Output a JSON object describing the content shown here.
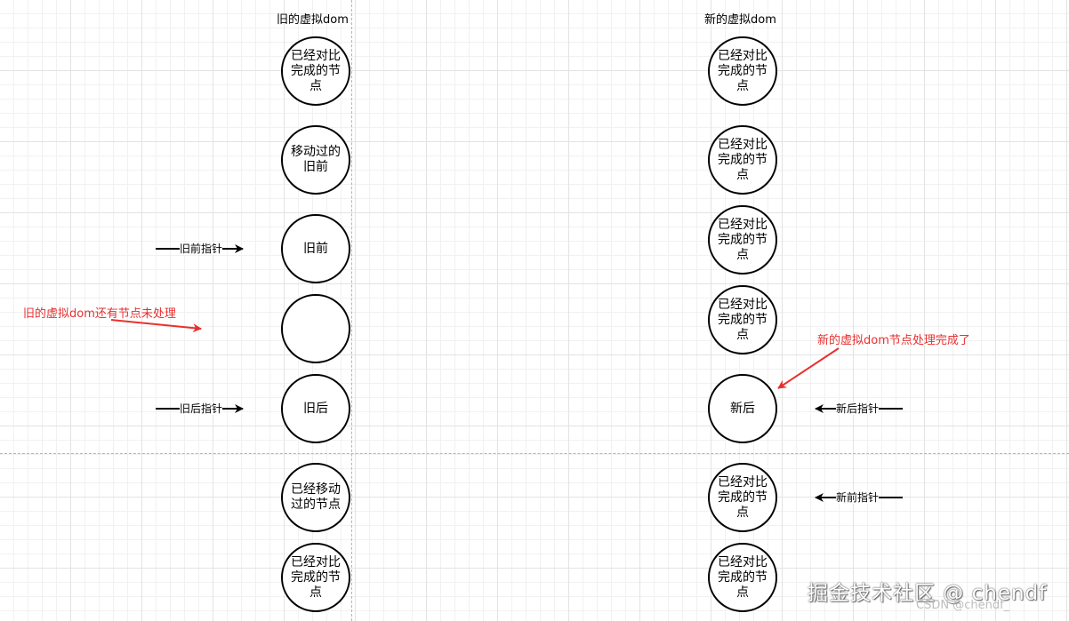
{
  "old_column": {
    "title": "旧的虚拟dom",
    "nodes": [
      "已经对比完成的节点",
      "移动过的旧前",
      "旧前",
      "",
      "旧后",
      "已经移动过的节点",
      "已经对比完成的节点"
    ]
  },
  "new_column": {
    "title": "新的虚拟dom",
    "nodes": [
      "已经对比完成的节点",
      "已经对比完成的节点",
      "已经对比完成的节点",
      "已经对比完成的节点",
      "新后",
      "已经对比完成的节点",
      "已经对比完成的节点"
    ]
  },
  "pointers": {
    "old_front": "旧前指针",
    "old_back": "旧后指针",
    "new_back": "新后指针",
    "new_front": "新前指针"
  },
  "annotations": {
    "old_remaining": "旧的虚拟dom还有节点未处理",
    "new_done": "新的虚拟dom节点处理完成了"
  },
  "colors": {
    "annotation": "#e8302f",
    "stroke": "#000000"
  },
  "watermark": {
    "line1": "掘金技术社区 @ chendf",
    "line2": "CSDN @chendf_"
  }
}
